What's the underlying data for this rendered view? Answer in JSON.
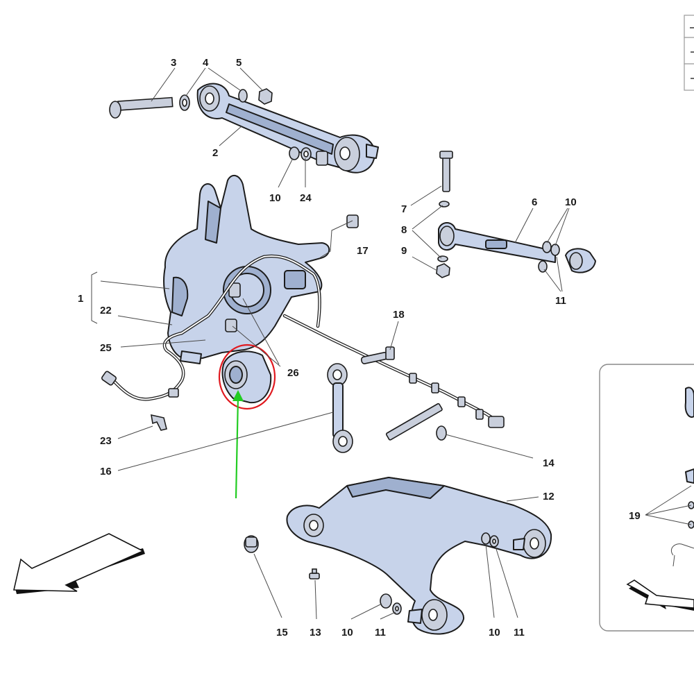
{
  "callouts": [
    {
      "id": "c1",
      "text": "1"
    },
    {
      "id": "c2",
      "text": "2"
    },
    {
      "id": "c3",
      "text": "3"
    },
    {
      "id": "c4",
      "text": "4"
    },
    {
      "id": "c5",
      "text": "5"
    },
    {
      "id": "c6",
      "text": "6"
    },
    {
      "id": "c7",
      "text": "7"
    },
    {
      "id": "c8",
      "text": "8"
    },
    {
      "id": "c9",
      "text": "9"
    },
    {
      "id": "c10a",
      "text": "10"
    },
    {
      "id": "c10b",
      "text": "10"
    },
    {
      "id": "c10c",
      "text": "10"
    },
    {
      "id": "c10d",
      "text": "10"
    },
    {
      "id": "c11a",
      "text": "11"
    },
    {
      "id": "c11b",
      "text": "11"
    },
    {
      "id": "c11c",
      "text": "11"
    },
    {
      "id": "c12",
      "text": "12"
    },
    {
      "id": "c13",
      "text": "13"
    },
    {
      "id": "c14",
      "text": "14"
    },
    {
      "id": "c15",
      "text": "15"
    },
    {
      "id": "c16",
      "text": "16"
    },
    {
      "id": "c17",
      "text": "17"
    },
    {
      "id": "c18",
      "text": "18"
    },
    {
      "id": "c19",
      "text": "19"
    },
    {
      "id": "c22",
      "text": "22"
    },
    {
      "id": "c23",
      "text": "23"
    },
    {
      "id": "c24",
      "text": "24"
    },
    {
      "id": "c25",
      "text": "25"
    },
    {
      "id": "c26",
      "text": "26"
    }
  ],
  "highlight": {
    "circle_color": "#e0191f",
    "arrow_color": "#22cc22"
  },
  "colors": {
    "part_fill": "#c7d3ea",
    "outline": "#1c1c1c",
    "background": "#ffffff"
  }
}
